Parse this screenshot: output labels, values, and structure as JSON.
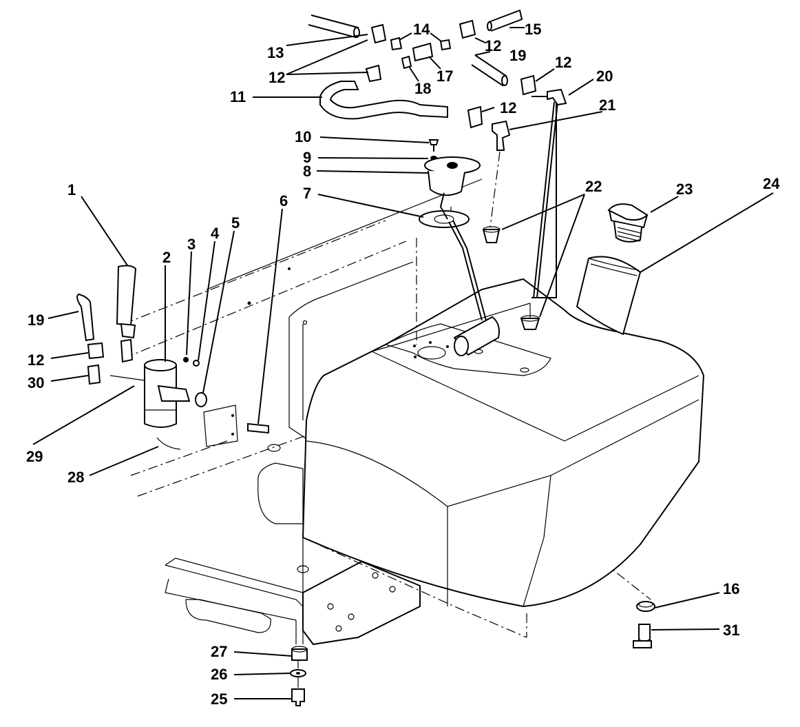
{
  "callouts": [
    {
      "id": "c1",
      "label": "1"
    },
    {
      "id": "c2",
      "label": "2"
    },
    {
      "id": "c3",
      "label": "3"
    },
    {
      "id": "c4",
      "label": "4"
    },
    {
      "id": "c5",
      "label": "5"
    },
    {
      "id": "c6",
      "label": "6"
    },
    {
      "id": "c7",
      "label": "7"
    },
    {
      "id": "c8",
      "label": "8"
    },
    {
      "id": "c9",
      "label": "9"
    },
    {
      "id": "c10",
      "label": "10"
    },
    {
      "id": "c11",
      "label": "11"
    },
    {
      "id": "c12a",
      "label": "12"
    },
    {
      "id": "c12b",
      "label": "12"
    },
    {
      "id": "c12c",
      "label": "12"
    },
    {
      "id": "c12d",
      "label": "12"
    },
    {
      "id": "c12e",
      "label": "12"
    },
    {
      "id": "c13",
      "label": "13"
    },
    {
      "id": "c14",
      "label": "14"
    },
    {
      "id": "c15",
      "label": "15"
    },
    {
      "id": "c16",
      "label": "16"
    },
    {
      "id": "c17",
      "label": "17"
    },
    {
      "id": "c18",
      "label": "18"
    },
    {
      "id": "c19a",
      "label": "19"
    },
    {
      "id": "c19b",
      "label": "19"
    },
    {
      "id": "c20",
      "label": "20"
    },
    {
      "id": "c21",
      "label": "21"
    },
    {
      "id": "c22",
      "label": "22"
    },
    {
      "id": "c23",
      "label": "23"
    },
    {
      "id": "c24",
      "label": "24"
    },
    {
      "id": "c25",
      "label": "25"
    },
    {
      "id": "c26",
      "label": "26"
    },
    {
      "id": "c27",
      "label": "27"
    },
    {
      "id": "c28",
      "label": "28"
    },
    {
      "id": "c29",
      "label": "29"
    },
    {
      "id": "c30",
      "label": "30"
    },
    {
      "id": "c31",
      "label": "31"
    }
  ]
}
